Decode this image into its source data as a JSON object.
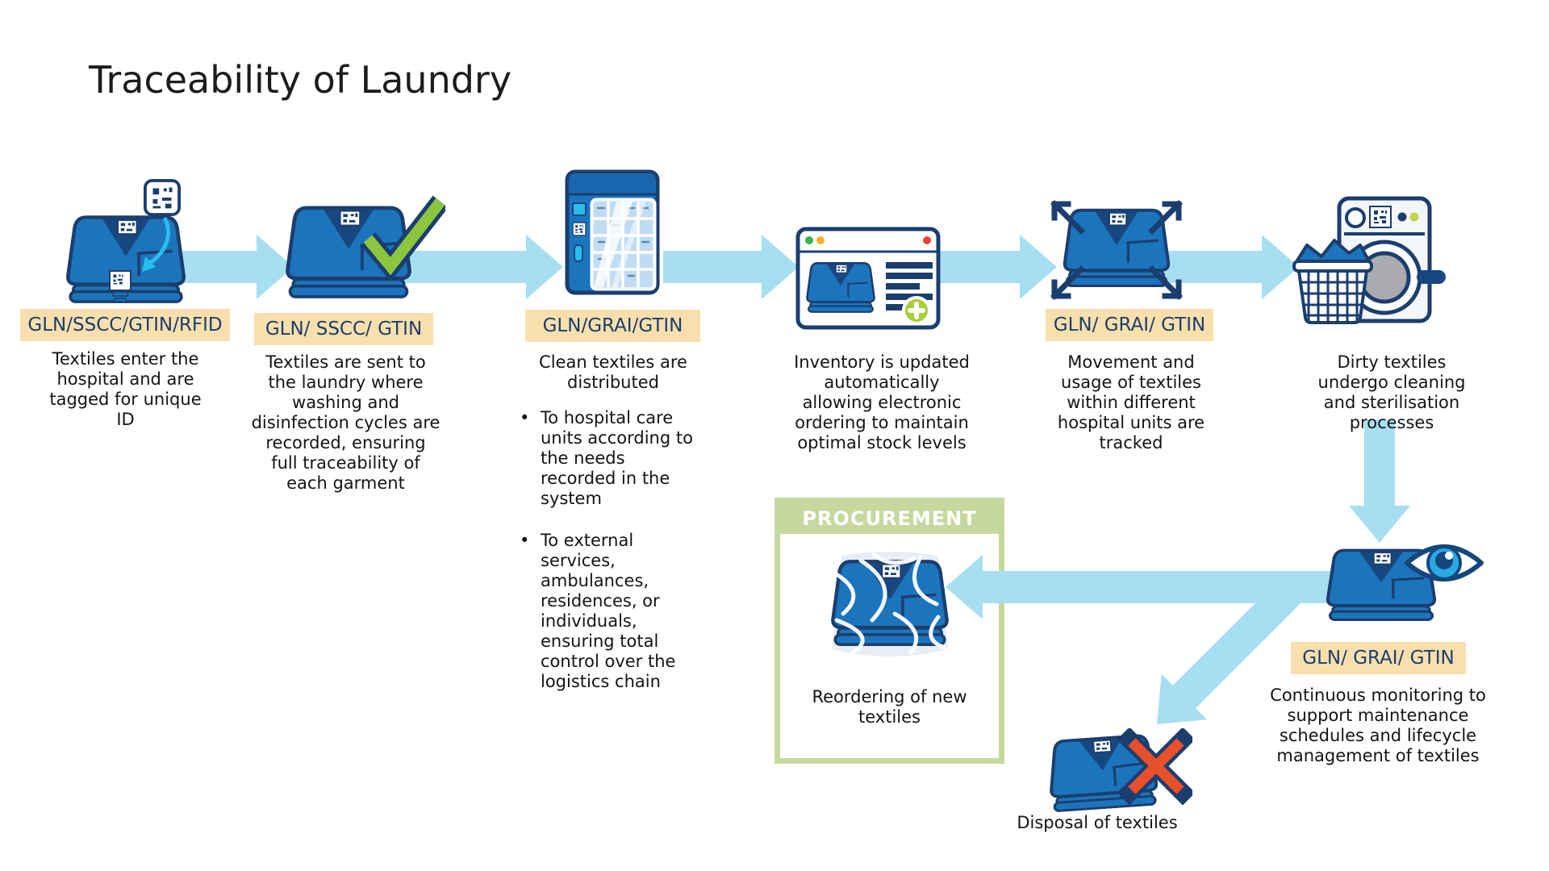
{
  "title": "Traceability of Laundry",
  "colors": {
    "arrow": "#A6DFF1",
    "label_bg": "#F8DFAC",
    "label_text": "#1B3E6F",
    "garment_blue": "#1C75BC",
    "outline_navy": "#1B3E6F",
    "check_green": "#8CC63F",
    "plus_green": "#A8CE38",
    "procurement_green": "#C5D89E",
    "alert_red": "#E8502B",
    "tag_cyan": "#29BDEC"
  },
  "steps": [
    {
      "icon": "tagged-textile-icon",
      "label": "GLN/SSCC/GTIN/RFID",
      "description": "Textiles enter the hospital and are tagged for unique ID"
    },
    {
      "icon": "approved-textile-icon",
      "label": "GLN/ SSCC/ GTIN",
      "description": "Textiles are sent to the laundry where washing and disinfection cycles are recorded, ensuring full traceability of each garment"
    },
    {
      "icon": "distribution-cabinet-icon",
      "label": "GLN/GRAI/GTIN",
      "description": "Clean textiles are distributed",
      "bullets": [
        "To hospital care units according to the needs recorded in the system",
        "To external services, ambulances, residences, or individuals, ensuring total control over the logistics chain"
      ]
    },
    {
      "icon": "inventory-software-icon",
      "label": "",
      "description": "Inventory is updated automatically allowing electronic ordering to maintain optimal stock levels"
    },
    {
      "icon": "movement-tracking-icon",
      "label": "GLN/ GRAI/ GTIN",
      "description": "Movement and usage of textiles within different hospital units are tracked"
    },
    {
      "icon": "washing-machine-icon",
      "label": "",
      "description": "Dirty textiles undergo cleaning and sterilisation processes"
    }
  ],
  "monitoring": {
    "icon": "monitoring-eye-icon",
    "label": "GLN/ GRAI/ GTIN",
    "description": "Continuous monitoring to support maintenance schedules and lifecycle management of textiles"
  },
  "procurement": {
    "header": "PROCUREMENT",
    "icon": "wrapped-textile-icon",
    "description": "Reordering of new textiles"
  },
  "disposal": {
    "icon": "discarded-textile-icon",
    "description": "Disposal of textiles"
  }
}
